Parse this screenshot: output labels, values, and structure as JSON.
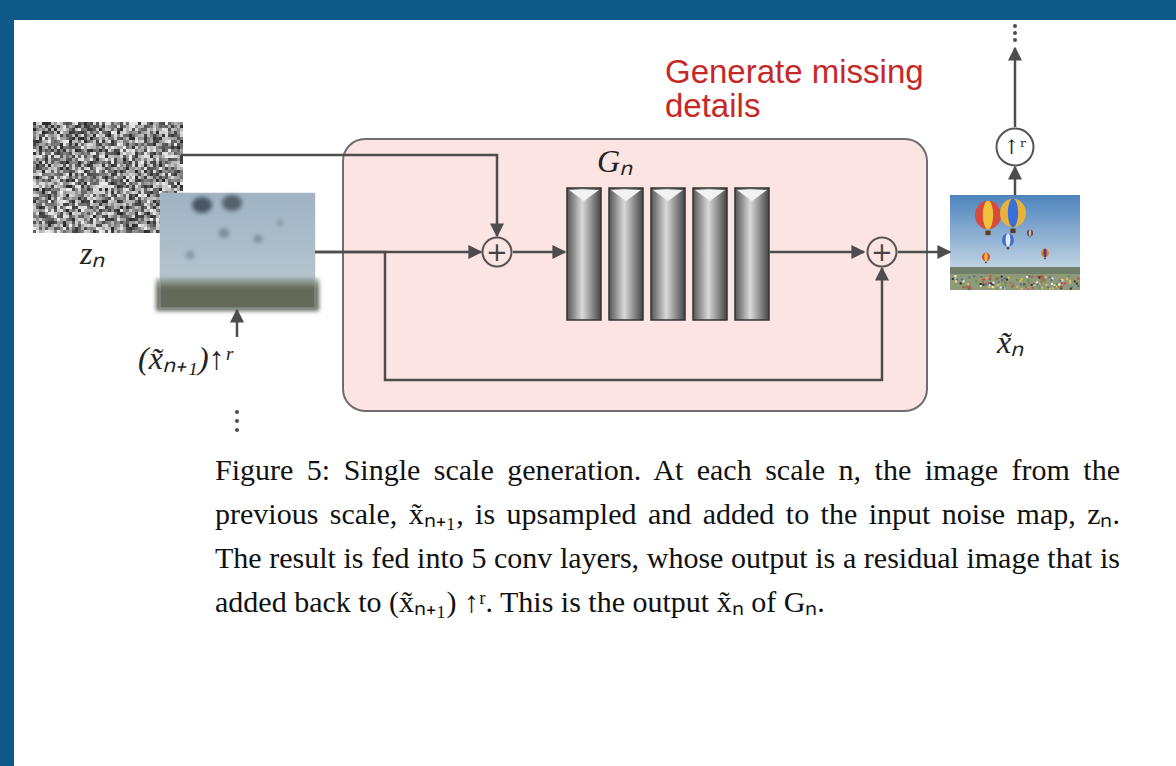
{
  "diagram": {
    "caption": "Figure 5: Single scale generation. At each scale n, the image from the previous scale, x̃ₙ₊₁, is upsampled and added to the input noise map, zₙ. The result is fed into 5 conv layers, whose output is a residual image that is added back to (x̃ₙ₊₁) ↑ʳ. This is the output x̃ₙ of Gₙ.",
    "nodes": [
      {
        "text": [
          "Gₙ",
          "Generate missing details"
        ]
      },
      {
        "text": [
          "zₙ"
        ]
      },
      {
        "text": [
          "(x̃ₙ₊₁)↑ʳ"
        ]
      },
      {
        "text": [
          "+"
        ],
        "in": 0
      },
      {
        "text": [
          "+"
        ],
        "in": 0
      },
      {
        "text": [
          "x̃ₙ"
        ]
      },
      {
        "text": [
          "↑ʳ"
        ]
      }
    ],
    "edges": [
      {
        "from": 1,
        "to": 3,
        "arrow": "to"
      },
      {
        "from": 2,
        "to": 3,
        "arrow": "to"
      },
      {
        "from": 2,
        "to": 4,
        "arrow": "to"
      },
      {
        "from": 4,
        "to": 5,
        "arrow": "to"
      },
      {
        "from": 5,
        "to": 6,
        "arrow": "to"
      }
    ]
  }
}
